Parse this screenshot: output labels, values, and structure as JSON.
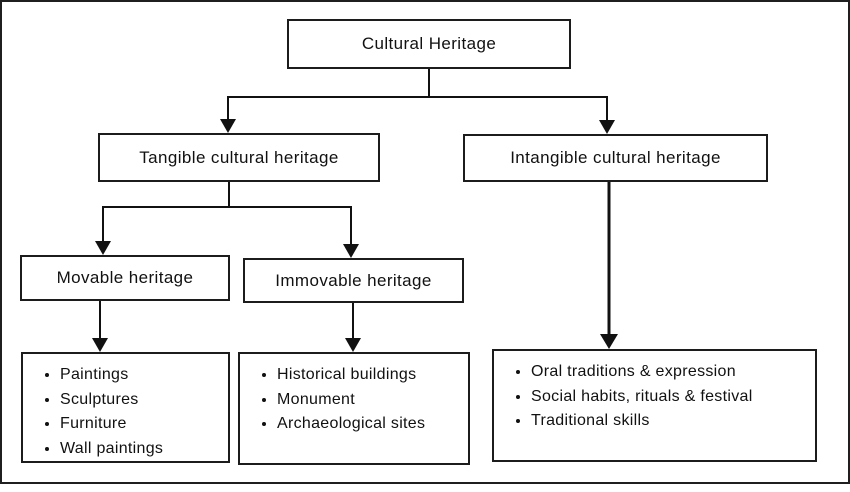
{
  "diagram_title": "Cultural Heritage hierarchy",
  "nodes": {
    "root": "Cultural Heritage",
    "tangible": "Tangible cultural heritage",
    "intangible": "Intangible cultural heritage",
    "movable": "Movable heritage",
    "immovable": "Immovable heritage"
  },
  "lists": {
    "movable": [
      "Paintings",
      "Sculptures",
      "Furniture",
      "Wall paintings"
    ],
    "immovable": [
      "Historical buildings",
      "Monument",
      "Archaeological sites"
    ],
    "intangible": [
      "Oral traditions & expression",
      "Social habits, rituals & festival",
      "Traditional skills"
    ]
  },
  "edges": [
    {
      "from": "root",
      "to": "tangible"
    },
    {
      "from": "root",
      "to": "intangible"
    },
    {
      "from": "tangible",
      "to": "movable"
    },
    {
      "from": "tangible",
      "to": "immovable"
    },
    {
      "from": "movable",
      "to": "movable-list"
    },
    {
      "from": "immovable",
      "to": "immovable-list"
    },
    {
      "from": "intangible",
      "to": "intangible-list"
    }
  ],
  "colors": {
    "background": "#ffffff",
    "box_border": "#1c1c1c",
    "line": "#111111",
    "text": "#111111"
  }
}
